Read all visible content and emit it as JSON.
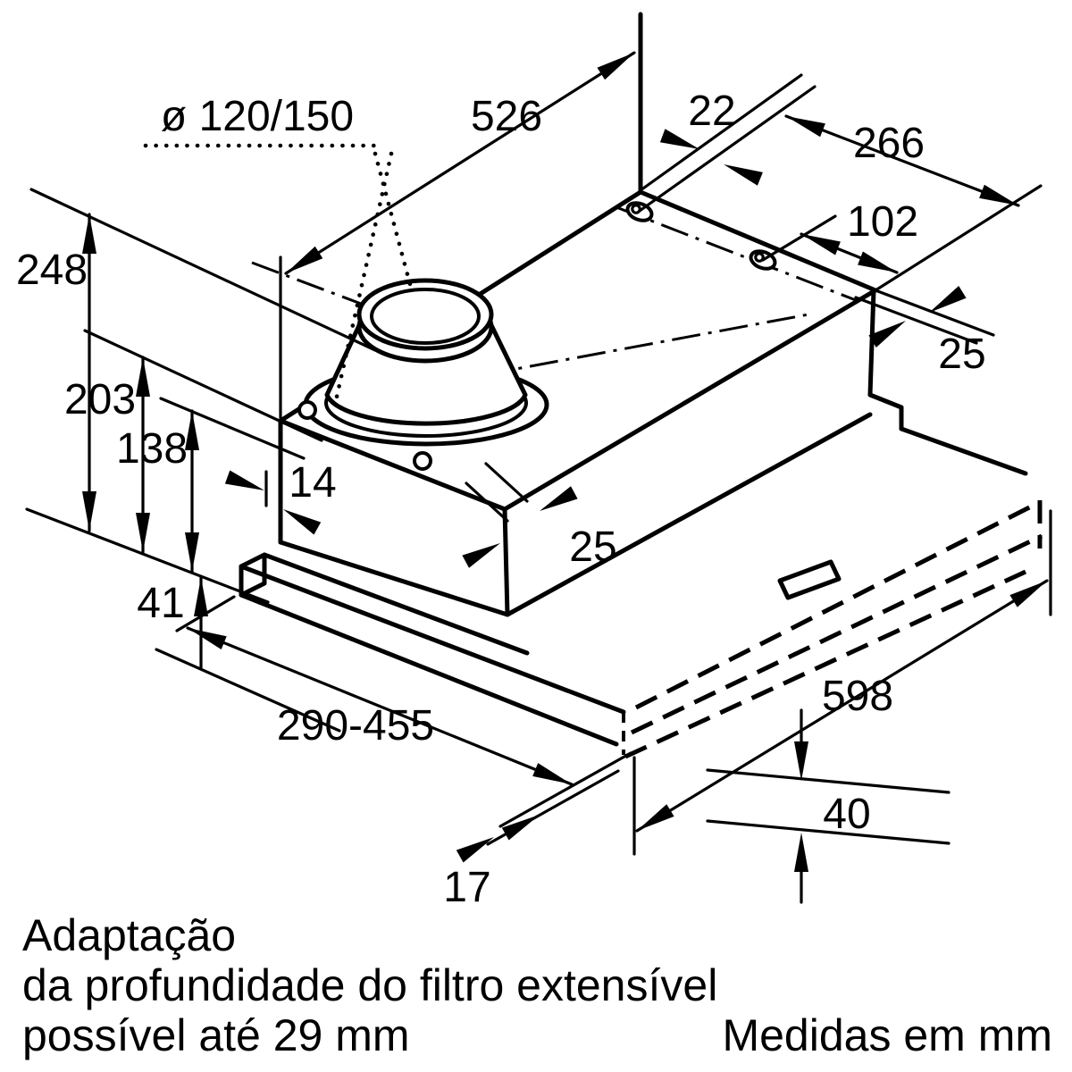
{
  "diagram": {
    "dim_labels": {
      "duct_diameter": "ø 120/150",
      "depth_top": "526",
      "rear_hole_offset": "22",
      "hole_span_outer": "266",
      "hole_span_inner": "102",
      "rear_lip_right": "25",
      "total_height": "248",
      "body_height": "203",
      "inner_height": "138",
      "front_lip": "14",
      "front_top_lip": "25",
      "visor_height": "41",
      "depth_adjust_range": "290-455",
      "bottom_lip_gap": "17",
      "width": "598",
      "pullout_front_height": "40"
    },
    "notes": {
      "line1": "Adaptação",
      "line2": "da profundidade do filtro extensível",
      "line3": "possível até 29 mm",
      "units": "Medidas em mm"
    },
    "colors": {
      "ink": "#000000",
      "paper": "#ffffff"
    }
  }
}
